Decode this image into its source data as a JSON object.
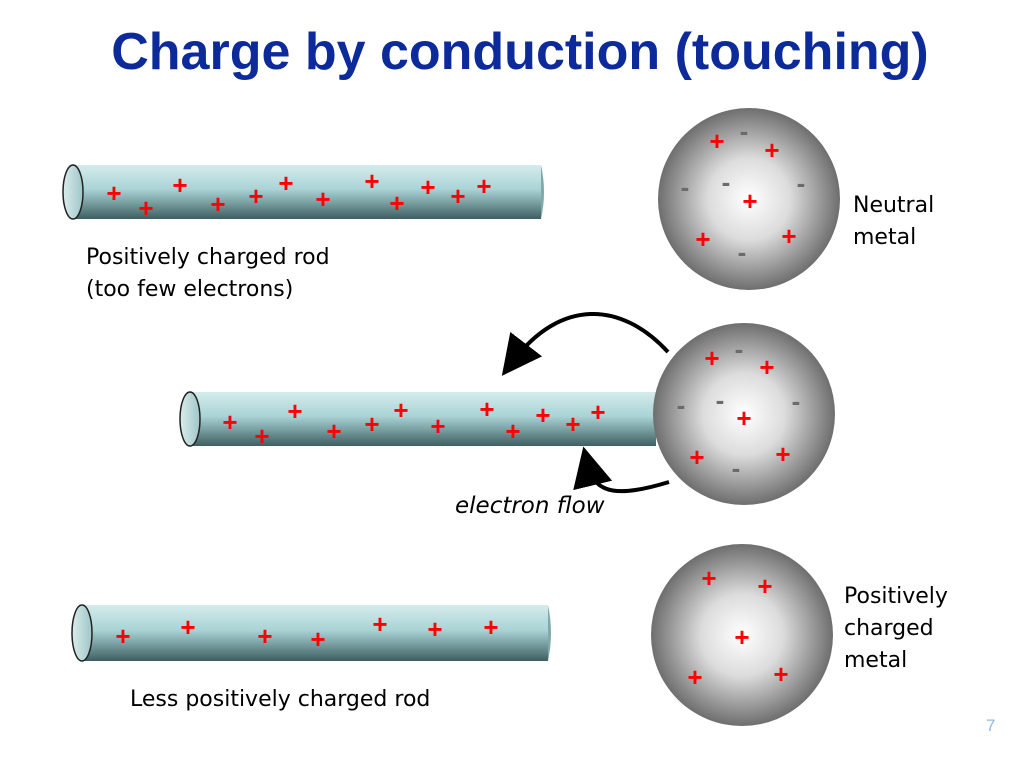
{
  "title": "Charge by conduction (touching)",
  "labels": {
    "rod_top_line1": "Positively charged rod",
    "rod_top_line2": "(too few electrons)",
    "neutral_line1": "Neutral",
    "neutral_line2": "metal",
    "electron_flow": "electron flow",
    "rod_bottom": "Less positively charged rod",
    "charged_line1": "Positively",
    "charged_line2": "charged",
    "charged_line3": "metal"
  },
  "symbols": {
    "positive": "+",
    "negative": "-"
  },
  "colors": {
    "title": "#0d2a9a",
    "positive_charge": "#ff0000",
    "negative_charge": "#6b6b6b",
    "rod": "#a9d3d5",
    "sphere": "#8a8a8a"
  },
  "page_number": "7"
}
